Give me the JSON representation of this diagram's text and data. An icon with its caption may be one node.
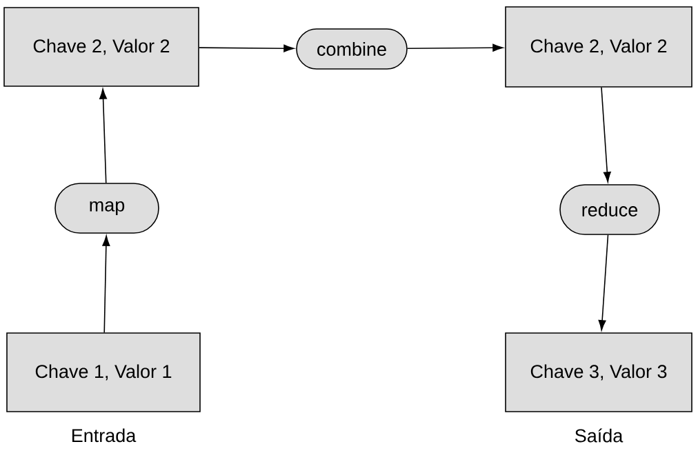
{
  "diagram": {
    "nodes": [
      {
        "text": [
          "Chave 1, Valor 1"
        ],
        "beside": [
          "Entrada"
        ]
      },
      {
        "text": [
          "map"
        ]
      },
      {
        "text": [
          "Chave 2, Valor 2"
        ]
      },
      {
        "text": [
          "combine"
        ]
      },
      {
        "text": [
          "Chave 2, Valor 2"
        ]
      },
      {
        "text": [
          "reduce"
        ]
      },
      {
        "text": [
          "Chave 3, Valor 3"
        ],
        "beside": [
          "Saída"
        ]
      }
    ],
    "edges": [
      {
        "from": 0,
        "to": 1,
        "arrow": "to"
      },
      {
        "from": 1,
        "to": 2,
        "arrow": "to"
      },
      {
        "from": 2,
        "to": 3,
        "arrow": "to"
      },
      {
        "from": 3,
        "to": 4,
        "arrow": "to"
      },
      {
        "from": 4,
        "to": 5,
        "arrow": "to"
      },
      {
        "from": 5,
        "to": 6,
        "arrow": "to"
      }
    ]
  }
}
